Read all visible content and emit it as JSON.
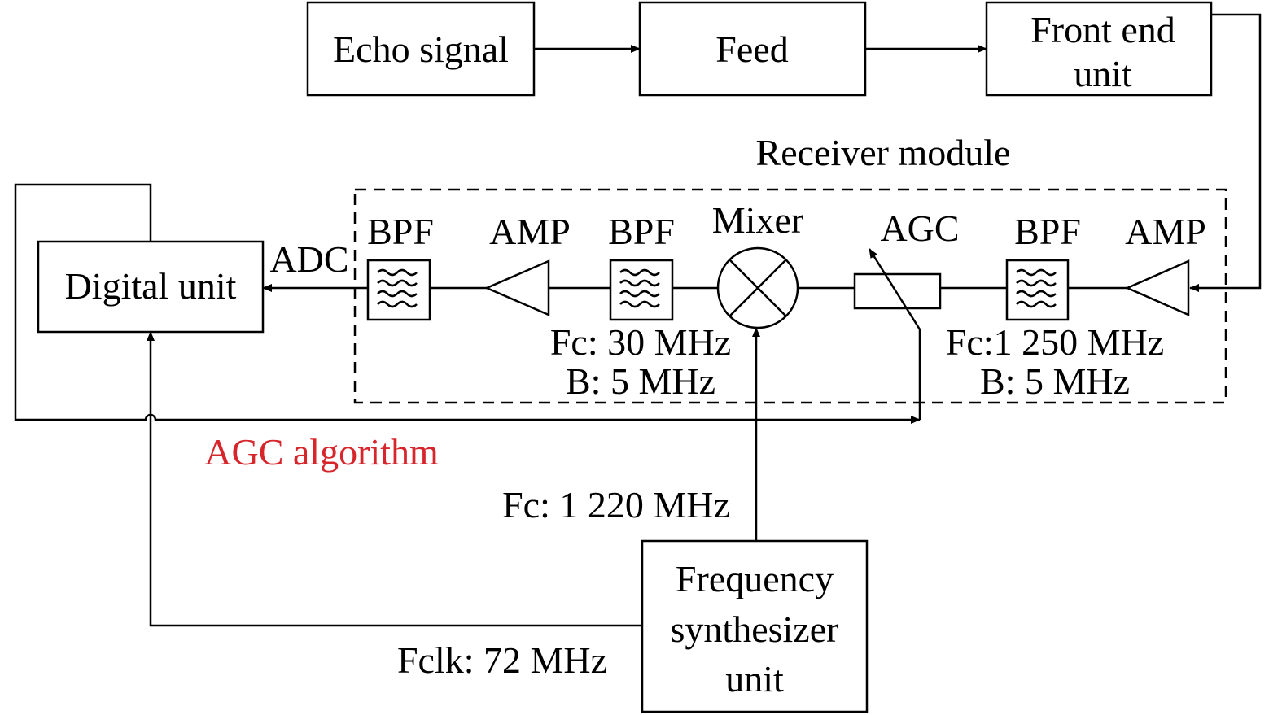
{
  "blocks": {
    "echo_signal": "Echo signal",
    "feed": "Feed",
    "front_end_line1": "Front end",
    "front_end_line2": "unit",
    "digital_unit": "Digital unit",
    "freq_synth_line1": "Frequency",
    "freq_synth_line2": "synthesizer",
    "freq_synth_line3": "unit"
  },
  "receiver_module": {
    "title": "Receiver module",
    "components": {
      "bpf_left": "BPF",
      "amp_left": "AMP",
      "bpf_mid": "BPF",
      "mixer": "Mixer",
      "agc": "AGC",
      "bpf_right": "BPF",
      "amp_right": "AMP"
    },
    "if_stage": {
      "fc": "Fc: 30 MHz",
      "bandwidth": "B: 5 MHz"
    },
    "rf_stage": {
      "fc": "Fc:1 250 MHz",
      "bandwidth": "B: 5 MHz"
    }
  },
  "labels": {
    "adc": "ADC",
    "agc_algorithm": "AGC algorithm",
    "lo_frequency": "Fc: 1 220 MHz",
    "clock_frequency": "Fclk: 72 MHz"
  },
  "colors": {
    "line": "#000000",
    "agc_algorithm_text": "#d6262c"
  }
}
